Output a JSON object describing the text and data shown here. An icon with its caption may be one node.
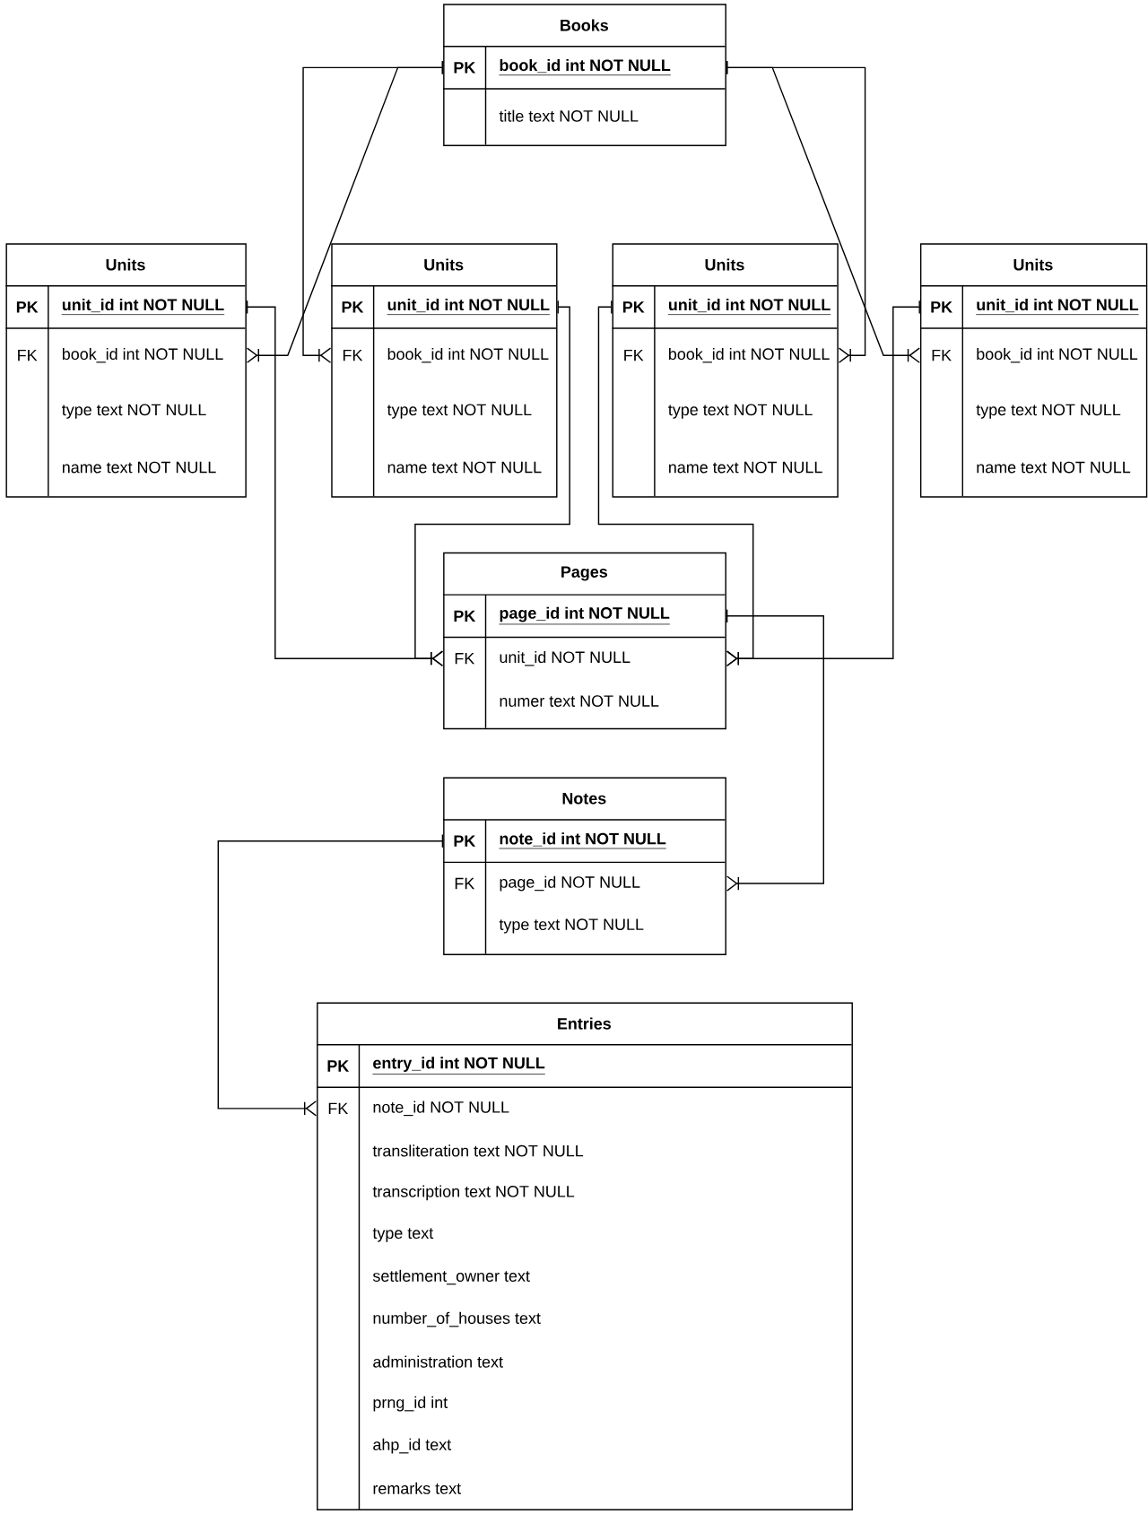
{
  "diagram": {
    "nodes": [
      {
        "text": [
          "Books",
          "PK",
          "book_id int NOT NULL",
          "title text NOT NULL"
        ]
      },
      {
        "text": [
          "Units",
          "PK",
          "unit_id int NOT NULL",
          "FK",
          "book_id int NOT NULL",
          "type text NOT NULL",
          "name text NOT NULL"
        ]
      },
      {
        "text": [
          "Units",
          "PK",
          "unit_id int NOT NULL",
          "FK",
          "book_id int NOT NULL",
          "type text NOT NULL",
          "name text NOT NULL"
        ]
      },
      {
        "text": [
          "Units",
          "PK",
          "unit_id int NOT NULL",
          "FK",
          "book_id int NOT NULL",
          "type text NOT NULL",
          "name text NOT NULL"
        ]
      },
      {
        "text": [
          "Units",
          "PK",
          "unit_id int NOT NULL",
          "FK",
          "book_id int NOT NULL",
          "type text NOT NULL",
          "name text NOT NULL"
        ]
      },
      {
        "text": [
          "Pages",
          "PK",
          "page_id int NOT NULL",
          "FK",
          "unit_id NOT NULL",
          "numer text NOT NULL"
        ]
      },
      {
        "text": [
          "Notes",
          "PK",
          "note_id int NOT NULL",
          "FK",
          "page_id NOT NULL",
          "type text NOT NULL"
        ]
      },
      {
        "text": [
          "Entries",
          "PK",
          "entry_id int NOT NULL",
          "FK",
          "note_id NOT NULL",
          "transliteration text NOT NULL",
          "transcription text NOT NULL",
          "type text",
          "settlement_owner text",
          "number_of_houses text",
          "administration text",
          "prng_id int",
          "ahp_id text",
          "remarks text"
        ]
      }
    ],
    "edges": [
      {
        "from": 0,
        "to": 1,
        "arrow": "other"
      },
      {
        "from": 0,
        "to": 2,
        "arrow": "other"
      },
      {
        "from": 0,
        "to": 3,
        "arrow": "other"
      },
      {
        "from": 0,
        "to": 4,
        "arrow": "other"
      },
      {
        "from": 1,
        "to": 5,
        "arrow": "other"
      },
      {
        "from": 2,
        "to": 5,
        "arrow": "other"
      },
      {
        "from": 3,
        "to": 5,
        "arrow": "other"
      },
      {
        "from": 4,
        "to": 5,
        "arrow": "other"
      },
      {
        "from": 5,
        "to": 6,
        "arrow": "other"
      },
      {
        "from": 6,
        "to": 7,
        "arrow": "other"
      }
    ]
  }
}
